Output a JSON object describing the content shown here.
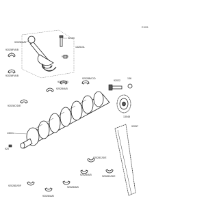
{
  "diagram": {
    "figure_code": "E1001",
    "labels": {
      "conrod_pair": "92028/A/B",
      "conrod_nut": "92150",
      "conrod_assy": "13251/A",
      "cap_bolt": "92015",
      "bearing_a": "92028F/A/B",
      "bearing_b": "92028F/A/B",
      "bearing_c": "92028A/B",
      "bearing_d": "92028B/C/D",
      "bearing_e": "92028/A/B",
      "bearing_f": "92028C/D/E",
      "crankshaft": "13031",
      "bolt_main": "92022",
      "gear": "13048",
      "washer": "136",
      "chain": "92057",
      "bearing_g": "92028/A/B",
      "bearing_h": "92028/A/B",
      "bearing_i": "92028C/D/E",
      "bearing_j": "92028C/D/E",
      "bearing_k": "92028D/E/F",
      "key": "920"
    }
  }
}
